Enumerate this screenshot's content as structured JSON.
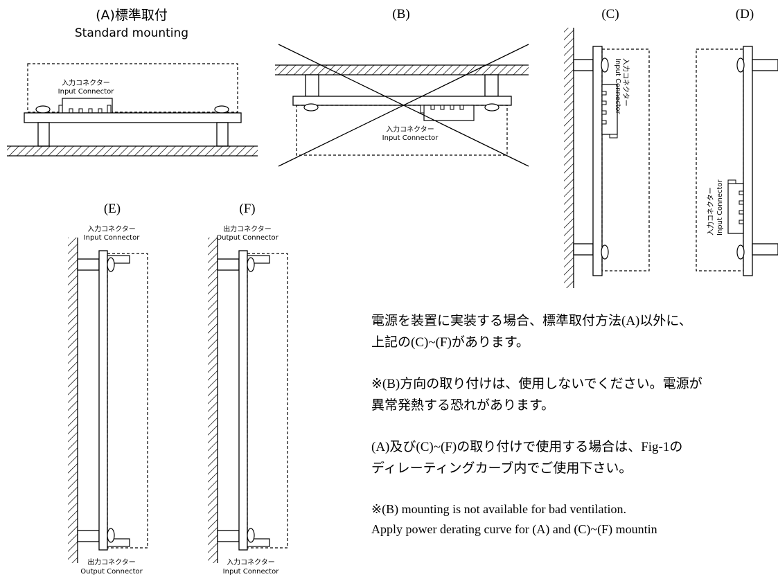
{
  "diagrams": {
    "a": {
      "title_jp": "(A)標準取付",
      "title_en": "Standard mounting",
      "connector_jp": "入力コネクター",
      "connector_en": "Input Connector"
    },
    "b": {
      "title": "(B)",
      "connector_jp": "入力コネクター",
      "connector_en": "Input Connector"
    },
    "c": {
      "title": "(C)",
      "connector_jp": "入力コネクター",
      "connector_en": "Input Connector"
    },
    "d": {
      "title": "(D)",
      "connector_jp": "入力コネクター",
      "connector_en": "Input Connector"
    },
    "e": {
      "title": "(E)",
      "top_connector_jp": "入力コネクター",
      "top_connector_en": "Input Connector",
      "bottom_connector_jp": "出力コネクター",
      "bottom_connector_en": "Output Connector"
    },
    "f": {
      "title": "(F)",
      "top_connector_jp": "出力コネクター",
      "top_connector_en": "Output Connector",
      "bottom_connector_jp": "入力コネクター",
      "bottom_connector_en": "Input Connector"
    }
  },
  "notes": {
    "jp1_line1": "電源を装置に実装する場合、標準取付方法(A)以外に、",
    "jp1_line2": "上記の(C)~(F)があります。",
    "jp2_line1": "※(B)方向の取り付けは、使用しないでください。電源が",
    "jp2_line2": "異常発熱する恐れがあります。",
    "jp3_line1": "(A)及び(C)~(F)の取り付けで使用する場合は、Fig-1の",
    "jp3_line2": "ディレーティングカーブ内でご使用下さい。",
    "en_line1": "※(B) mounting is not available for bad ventilation.",
    "en_line2": "Apply power derating curve for (A) and (C)~(F) mountin"
  }
}
